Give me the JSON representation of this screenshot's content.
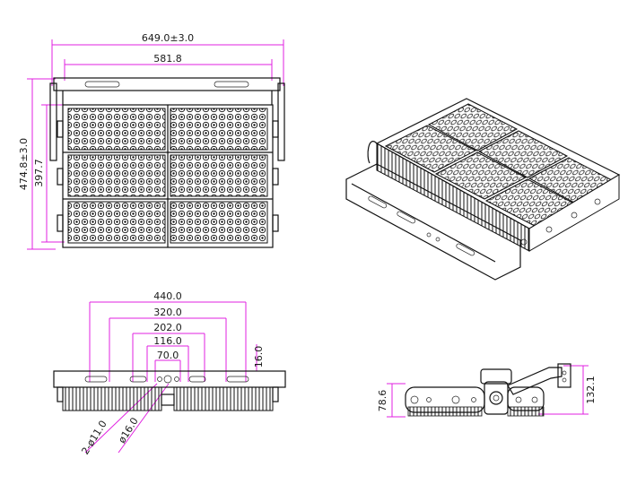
{
  "colors": {
    "dimension": "#e020e0",
    "outline": "#111111",
    "background": "#ffffff"
  },
  "front_view": {
    "overall_width": "649.0±3.0",
    "inner_width": "581.8",
    "overall_height": "474.8±3.0",
    "module_height": "397.7"
  },
  "bottom_view": {
    "dim_a": "440.0",
    "dim_b": "320.0",
    "dim_c": "202.0",
    "dim_d": "116.0",
    "dim_e": "70.0",
    "dim_height": "16.0",
    "hole_small": "2-ø11.0",
    "hole_large": "ø16.0"
  },
  "side_view": {
    "height_left": "78.6",
    "height_right": "132.1"
  }
}
